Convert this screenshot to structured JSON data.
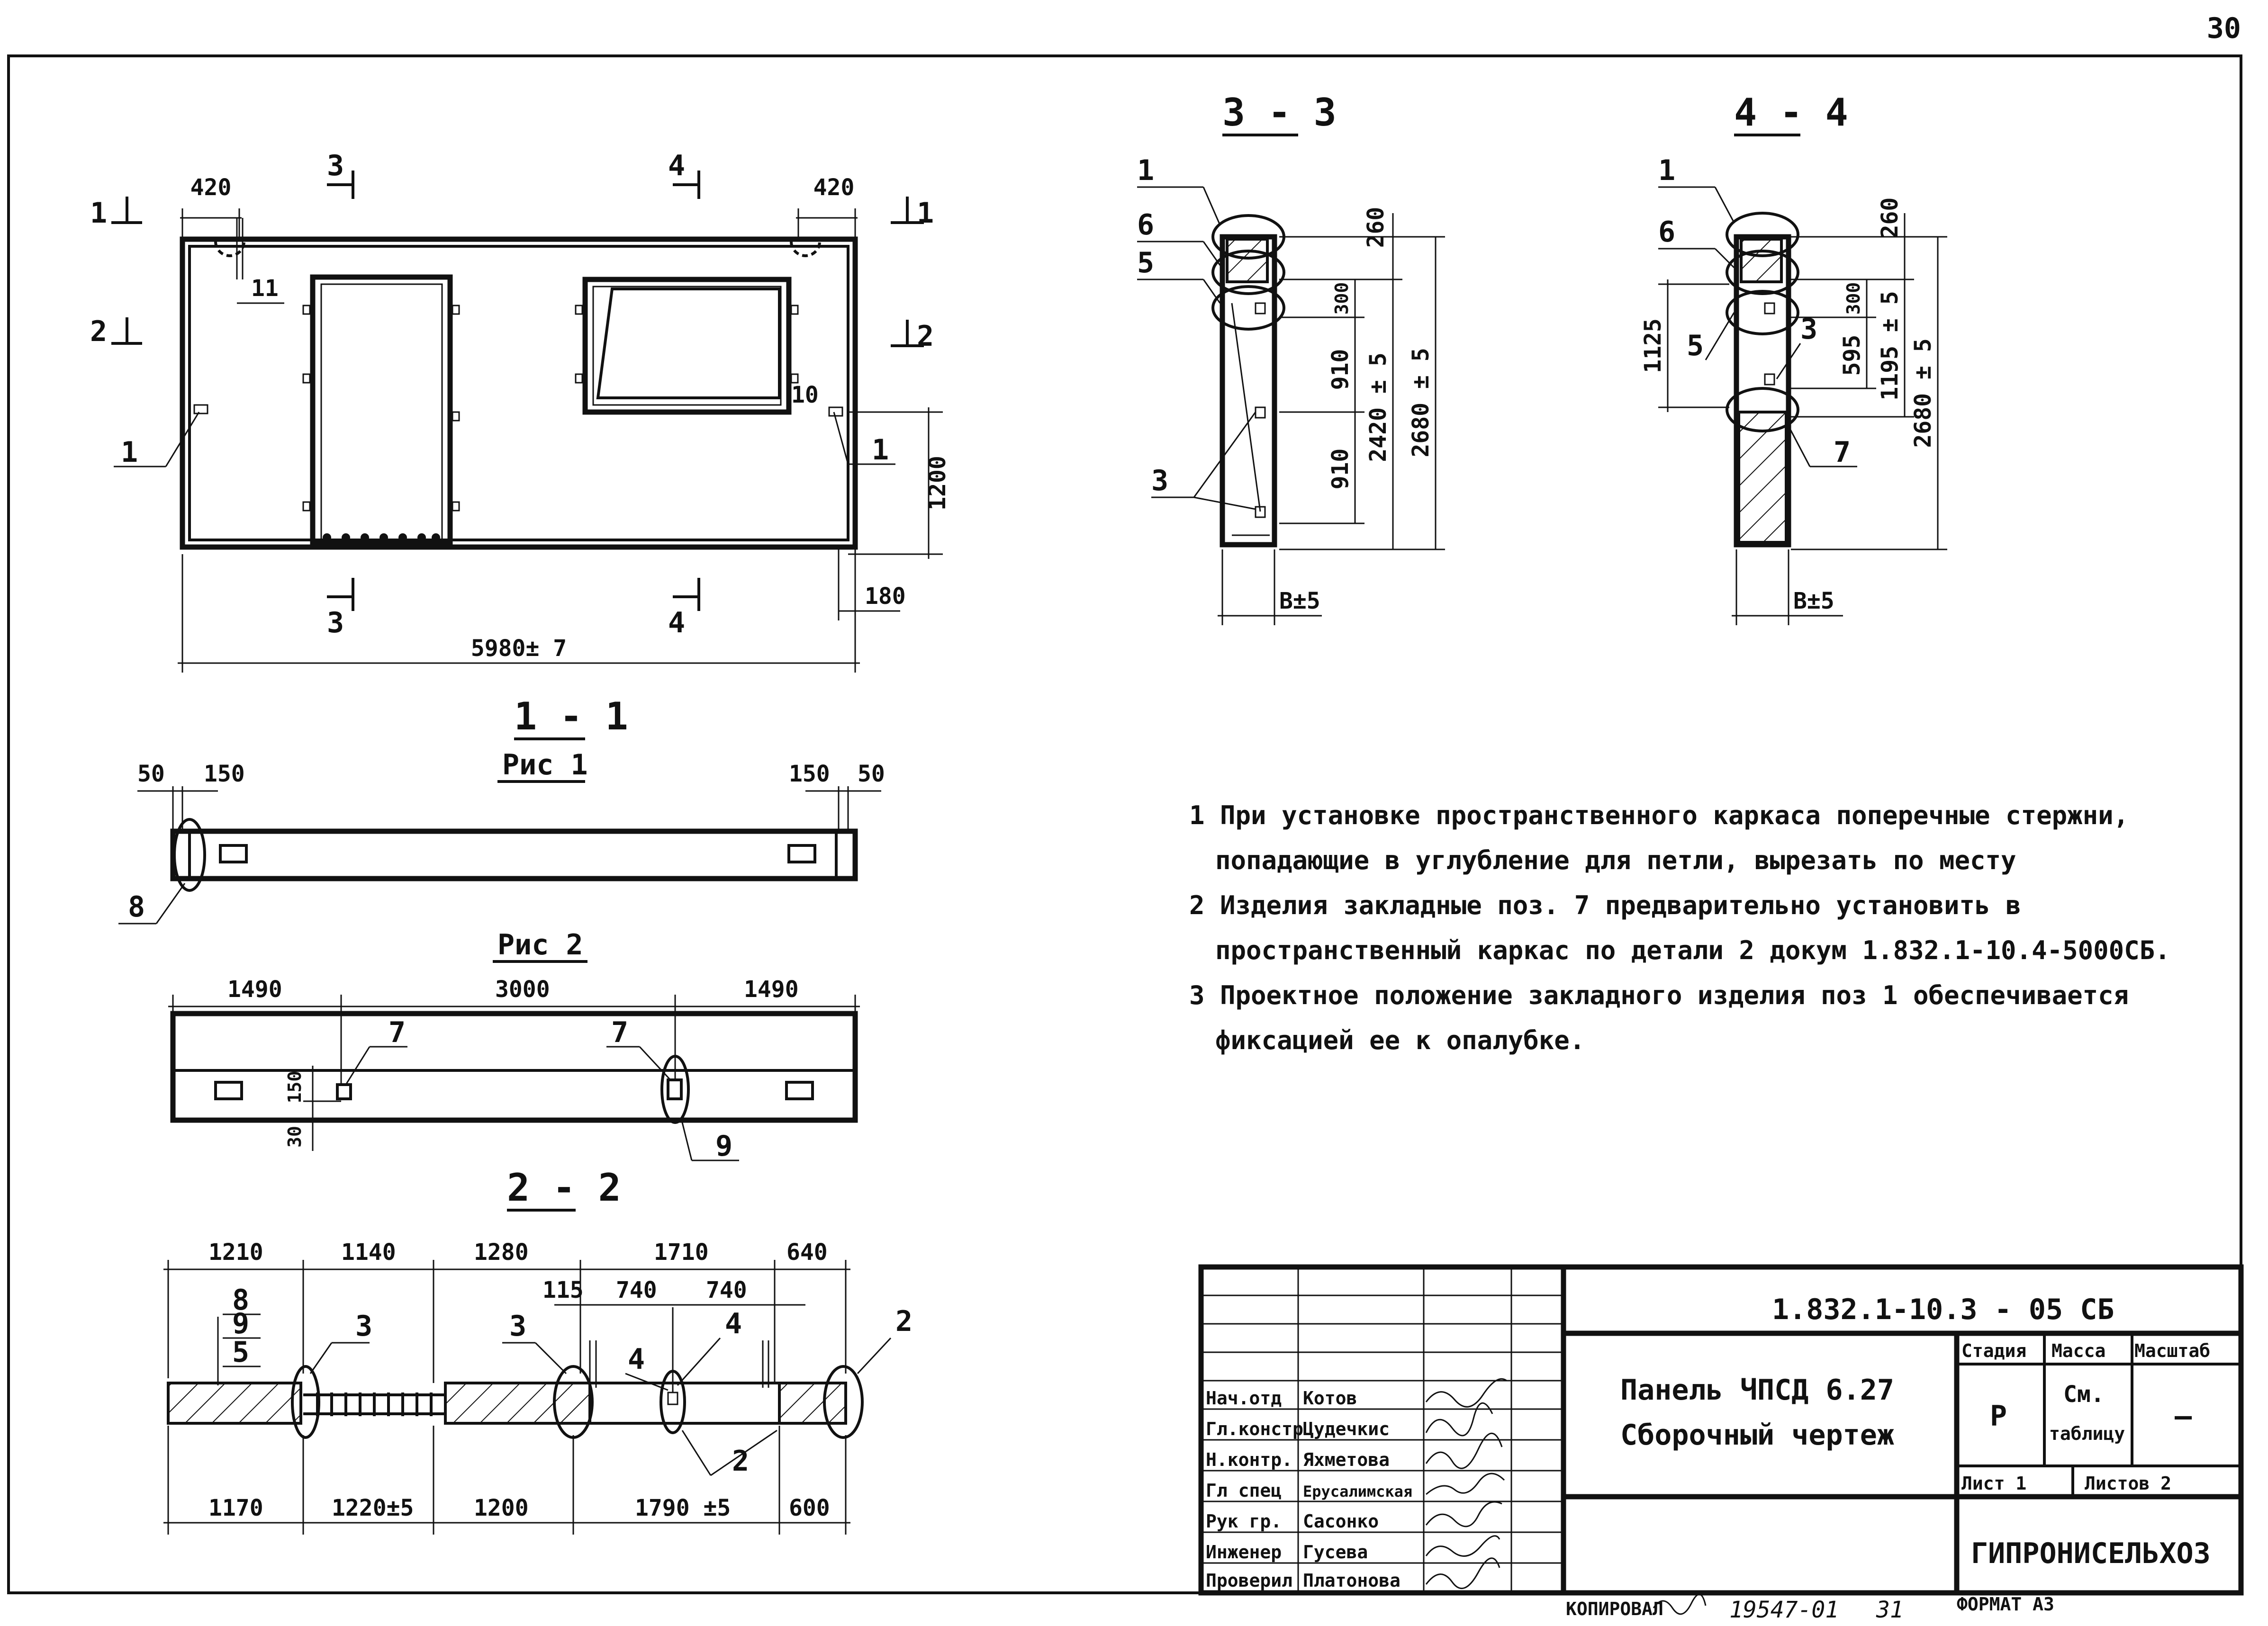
{
  "sheet": {
    "page_number": "30",
    "format": "ФОРМАТ А3",
    "copied_by": "КОПИРОВАЛ",
    "copy_number": "19547-01",
    "copy_suffix": "31"
  },
  "plan": {
    "dim_top_left": "420",
    "dim_top_right": "420",
    "dim_overall": "5980± 7",
    "dim_right_1200": "1200",
    "dim_right_180": "180",
    "cut_1": "1",
    "cut_2": "2",
    "cut_3": "3",
    "cut_4": "4",
    "pos_1_left": "1",
    "pos_1_right": "1",
    "pos_10": "10",
    "pos_11": "11"
  },
  "section_33": {
    "title": "3 - 3",
    "pos_1": "1",
    "pos_6": "6",
    "pos_5": "5",
    "pos_3": "3",
    "dim_260": "260",
    "dim_300": "300",
    "dim_910a": "910",
    "dim_910b": "910",
    "dim_2420": "2420 ± 5",
    "dim_2680": "2680 ± 5",
    "dim_b": "B±5"
  },
  "section_44": {
    "title": "4 - 4",
    "pos_1": "1",
    "pos_6": "6",
    "pos_5": "5",
    "pos_3": "3",
    "pos_7": "7",
    "dim_260": "260",
    "dim_300": "300",
    "dim_595": "595",
    "dim_1125": "1125",
    "dim_1195": "1195 ± 5",
    "dim_2680": "2680 ± 5",
    "dim_b": "B±5"
  },
  "section_11": {
    "title": "1 - 1",
    "fig1_label": "Рис 1",
    "dim_50_l": "50",
    "dim_150_l": "150",
    "dim_150_r": "150",
    "dim_50_r": "50",
    "pos_8": "8",
    "fig2_label": "Рис 2",
    "dim_1490_l": "1490",
    "dim_3000": "3000",
    "dim_1490_r": "1490",
    "pos_7a": "7",
    "pos_7b": "7",
    "pos_9": "9",
    "dim_150_v": "150",
    "dim_30_v": "30"
  },
  "section_22": {
    "title": "2 - 2",
    "top_dims": [
      "1210",
      "1140",
      "1280",
      "1710",
      "640"
    ],
    "dim_115": "115",
    "dim_740a": "740",
    "dim_740b": "740",
    "bottom_dims": [
      "1170",
      "1220±5",
      "1200",
      "1790 ±5",
      "600"
    ],
    "pos_8": "8",
    "pos_9": "9",
    "pos_5": "5",
    "pos_3a": "3",
    "pos_3b": "3",
    "pos_4a": "4",
    "pos_4b": "4",
    "pos_2a": "2",
    "pos_2b": "2"
  },
  "notes": [
    "1 При установке пространственного каркаса поперечные стержни,",
    "попадающие в углубление для петли, вырезать по месту",
    "2 Изделия закладные поз. 7 предварительно установить в",
    "пространственный каркас по детали 2 докум 1.832.1-10.4-5000СБ.",
    "3 Проектное положение закладного изделия поз 1 обеспечивается",
    "фиксацией ее к опалубке."
  ],
  "title_block": {
    "doc_code": "1.832.1-10.3 - 05 СБ",
    "title_line1": "Панель ЧПСД 6.27",
    "title_line2": "Сборочный чертеж",
    "col_stage": "Стадия",
    "col_mass": "Масса",
    "col_scale": "Масштаб",
    "stage_value": "Р",
    "mass_value_1": "См.",
    "mass_value_2": "таблицу",
    "scale_value": "—",
    "sheet_label": "Лист 1",
    "sheets_label": "Листов 2",
    "organization": "ГИПРОНИСЕЛЬХОЗ",
    "signatories": [
      {
        "role": "Нач.отд",
        "name": "Котов"
      },
      {
        "role": "Гл.констр",
        "name": "Цудечкис"
      },
      {
        "role": "Н.контр.",
        "name": "Яхметова"
      },
      {
        "role": "Гл спец",
        "name": "Ерусалимская"
      },
      {
        "role": "Рук гр.",
        "name": "Сасонко"
      },
      {
        "role": "Инженер",
        "name": "Гусева"
      },
      {
        "role": "Проверил",
        "name": "Платонова"
      }
    ]
  }
}
